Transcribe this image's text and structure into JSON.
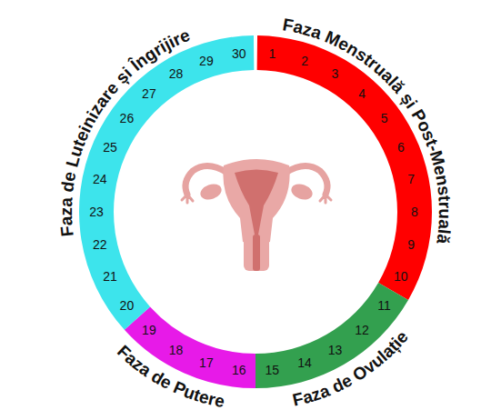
{
  "diagram": {
    "nodes": [
      {
        "text": [
          "Faza Menstruală și Post-Menstruală",
          "1",
          "2",
          "3",
          "4",
          "5",
          "6",
          "7",
          "8",
          "9",
          "10"
        ]
      },
      {
        "text": [
          "Faza de Ovulație",
          "11",
          "12",
          "13",
          "14",
          "15"
        ]
      },
      {
        "text": [
          "Faza de Putere",
          "16",
          "17",
          "18",
          "19"
        ]
      },
      {
        "text": [
          "Faza de Luteinizare și Îngrijire",
          "20",
          "21",
          "22",
          "23",
          "24",
          "25",
          "26",
          "27",
          "28",
          "29",
          "30"
        ]
      }
    ]
  }
}
